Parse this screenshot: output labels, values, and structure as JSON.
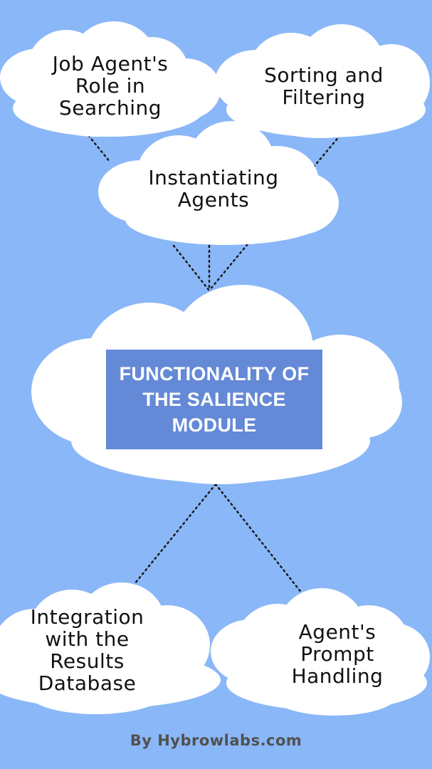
{
  "center": {
    "title": "FUNCTIONALITY OF THE SALIENCE MODULE"
  },
  "nodes": {
    "job_agent_role": "Job Agent's Role in Searching",
    "sorting_filtering": "Sorting and Filtering",
    "instantiating_agents": "Instantiating Agents",
    "integration_results_db": "Integration with the Results Database",
    "agent_prompt_handling": "Agent's Prompt Handling"
  },
  "footer": {
    "credit": "By Hybrowlabs.com"
  },
  "colors": {
    "background": "#8ab7f7",
    "cloud": "#ffffff",
    "center_box": "#6489d6",
    "center_text": "#ffffff",
    "node_text": "#111111",
    "footer_text": "#505050",
    "connector": "#1a1a1a"
  }
}
